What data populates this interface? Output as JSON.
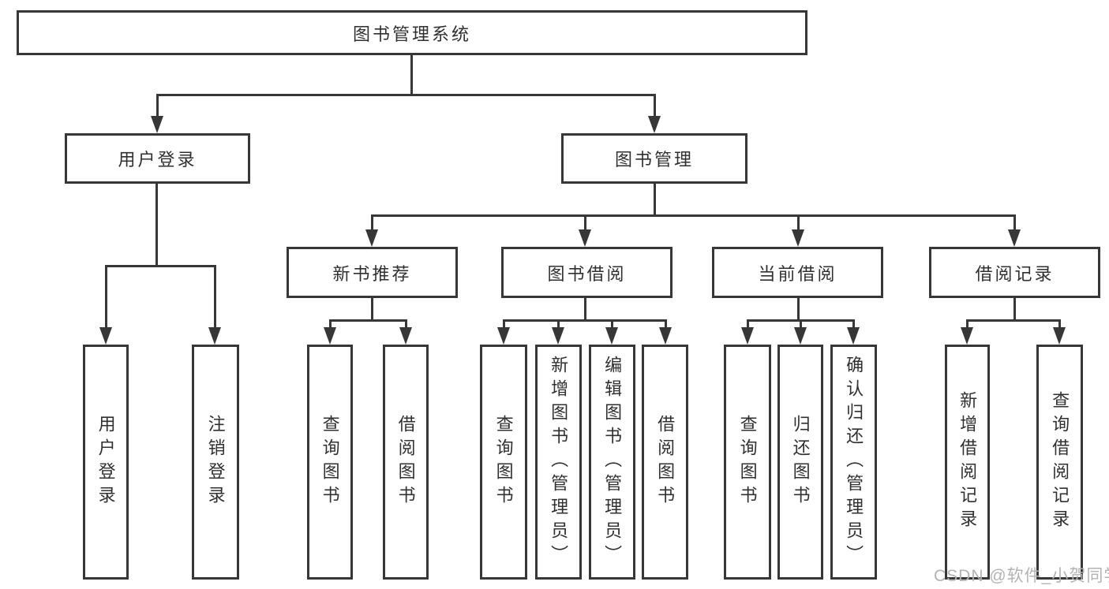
{
  "title": "图书管理系统",
  "colors": {
    "line": "#373737",
    "text": "#303030",
    "watermark": "#b3b3b3",
    "background": "#ffffff"
  },
  "watermark": {
    "text": "CSDN @软件_小贺同学"
  },
  "nodes": {
    "root": {
      "label": "图书管理系统"
    },
    "userLogin": {
      "label": "用户登录"
    },
    "bookManagement": {
      "label": "图书管理"
    },
    "newBookRecommend": {
      "label": "新书推荐"
    },
    "bookBorrow": {
      "label": "图书借阅"
    },
    "currentBorrow": {
      "label": "当前借阅"
    },
    "borrowRecords": {
      "label": "借阅记录"
    },
    "loginUser": {
      "label": "用户登录"
    },
    "logoutUser": {
      "label": "注销登录"
    },
    "nbQueryBooks": {
      "label": "查询图书"
    },
    "nbBorrowBooks": {
      "label": "借阅图书"
    },
    "bbQueryBooks": {
      "label": "查询图书"
    },
    "bbAddBooks": {
      "label": "新增图书（管理员）"
    },
    "bbEditBooks": {
      "label": "编辑图书（管理员）"
    },
    "bbBorrowBooks": {
      "label": "借阅图书"
    },
    "cbQueryBooks": {
      "label": "查询图书"
    },
    "cbReturnBooks": {
      "label": "归还图书"
    },
    "cbConfirmReturn": {
      "label": "确认归还（管理员）"
    },
    "brAddRecord": {
      "label": "新增借阅记录"
    },
    "brQueryRecord": {
      "label": "查询借阅记录"
    }
  },
  "hierarchy": {
    "label": "图书管理系统",
    "children": [
      {
        "label": "用户登录",
        "children": [
          "用户登录",
          "注销登录"
        ]
      },
      {
        "label": "图书管理",
        "children": [
          {
            "label": "新书推荐",
            "children": [
              "查询图书",
              "借阅图书"
            ]
          },
          {
            "label": "图书借阅",
            "children": [
              "查询图书",
              "新增图书（管理员）",
              "编辑图书（管理员）",
              "借阅图书"
            ]
          },
          {
            "label": "当前借阅",
            "children": [
              "查询图书",
              "归还图书",
              "确认归还（管理员）"
            ]
          },
          {
            "label": "借阅记录",
            "children": [
              "新增借阅记录",
              "查询借阅记录"
            ]
          }
        ]
      }
    ]
  }
}
